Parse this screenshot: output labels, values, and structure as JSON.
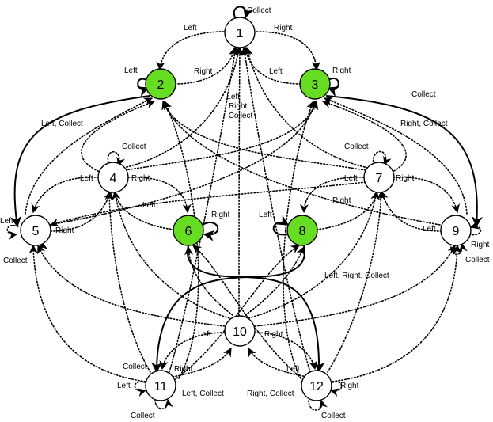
{
  "colors": {
    "accent": "#66dd22",
    "plain": "#ffffff",
    "stroke": "#000000"
  },
  "states": [
    {
      "id": "1",
      "label": "1",
      "accent": false
    },
    {
      "id": "2",
      "label": "2",
      "accent": true
    },
    {
      "id": "3",
      "label": "3",
      "accent": true
    },
    {
      "id": "4",
      "label": "4",
      "accent": false
    },
    {
      "id": "5",
      "label": "5",
      "accent": false
    },
    {
      "id": "6",
      "label": "6",
      "accent": true
    },
    {
      "id": "7",
      "label": "7",
      "accent": false
    },
    {
      "id": "8",
      "label": "8",
      "accent": true
    },
    {
      "id": "9",
      "label": "9",
      "accent": false
    },
    {
      "id": "10",
      "label": "10",
      "accent": false
    },
    {
      "id": "11",
      "label": "11",
      "accent": false
    },
    {
      "id": "12",
      "label": "12",
      "accent": false
    }
  ],
  "edge_labels": {
    "collect": "Collect",
    "left": "Left",
    "right": "Right",
    "left_collect": "Left, Collect",
    "right_collect": "Right, Collect",
    "left_right_collect": "Left, Right, Collect",
    "left_right_collect_stacked": [
      "Left,",
      "Right,",
      "Collect"
    ]
  }
}
